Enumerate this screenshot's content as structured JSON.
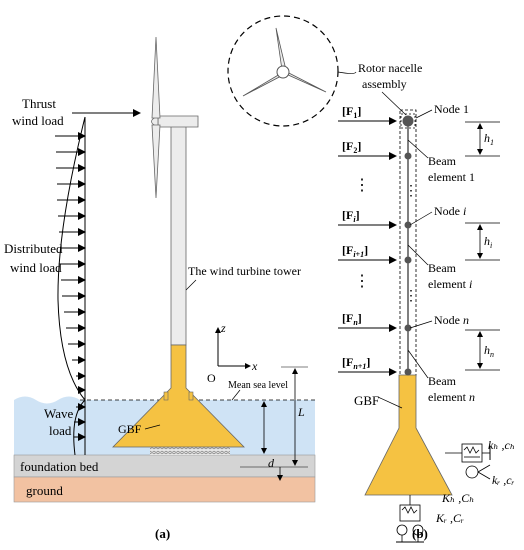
{
  "colors": {
    "sea": "#cfe3f5",
    "foundation_bed": "#d4d4d4",
    "ground": "#f2c2a2",
    "gbf": "#f5c242",
    "tower": "#ececec",
    "beam_node": "#555555"
  },
  "panel_a": {
    "thrust_label_1": "Thrust",
    "thrust_label_2": "wind load",
    "distributed_label_1": "Distributed",
    "distributed_label_2": "wind load",
    "wave_label_1": "Wave",
    "wave_label_2": "load",
    "gbf_label": "GBF",
    "tower_label": "The wind turbine tower",
    "axis_z": "z",
    "axis_x": "x",
    "origin": "O",
    "mean_sea_level": "Mean sea level",
    "dim_L": "L",
    "dim_d": "d",
    "foundation_bed_label": "foundation bed",
    "ground_label": "ground",
    "caption": "(a)"
  },
  "panel_b": {
    "rotor_label_1": "Rotor nacelle",
    "rotor_label_2": "assembly",
    "force_labels": [
      {
        "main": "[F",
        "sub": "1",
        "end": "]"
      },
      {
        "main": "[F",
        "sub": "2",
        "end": "]"
      },
      {
        "main": "[F",
        "sub": "i",
        "end": "]"
      },
      {
        "main": "[F",
        "sub": "i+1",
        "end": "]"
      },
      {
        "main": "[F",
        "sub": "n",
        "end": "]"
      },
      {
        "main": "[F",
        "sub": "n+1",
        "end": "]"
      }
    ],
    "dots": "⋮",
    "node_1": "Node 1",
    "node_i_prefix": "Node",
    "node_i_var": "i",
    "node_n_prefix": "Node",
    "node_n_var": "n",
    "beam_1_a": "Beam",
    "beam_1_b": "element 1",
    "beam_i_a": "Beam",
    "beam_i_b_prefix": "element",
    "beam_i_b_var": "i",
    "beam_n_a": "Beam",
    "beam_n_b_prefix": "element",
    "beam_n_b_var": "n",
    "h1_main": "h",
    "h1_sub": "1",
    "hi_main": "h",
    "hi_sub": "i",
    "hn_main": "h",
    "hn_sub": "n",
    "gbf_label": "GBF",
    "spring_kh_ch": "kₕ ,cₕ",
    "spring_kr_cr": "kᵣ ,cᵣ",
    "spring_Kh_Ch": "Kₕ ,Cₕ",
    "spring_Kr_Cr": "Kᵣ ,Cᵣ",
    "caption": "(b)"
  }
}
